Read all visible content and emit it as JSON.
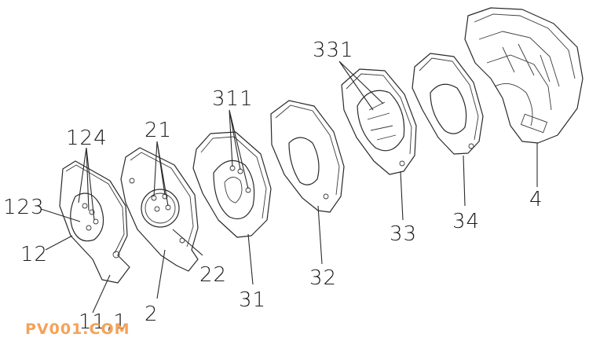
{
  "callouts": {
    "c124": "124",
    "c123": "123",
    "c12": "12",
    "c11": "11,1",
    "c21": "21",
    "c2": "2",
    "c22": "22",
    "c311": "311",
    "c31": "31",
    "c32": "32",
    "c331": "331",
    "c33": "33",
    "c34": "34",
    "c4": "4"
  },
  "watermark": "PV001.COM",
  "colors": {
    "line": "#2a2a2a",
    "watermark": "#f4a259",
    "background": "#ffffff"
  }
}
